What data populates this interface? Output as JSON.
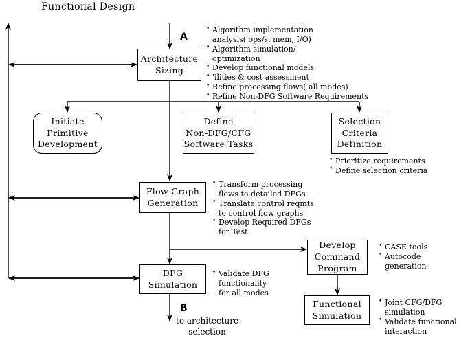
{
  "diagram": {
    "title": "Functional Design",
    "type": "flowchart",
    "boxes": [
      {
        "id": "architecture-sizing",
        "shape": "rectangle",
        "lines": [
          "Architecture",
          "Sizing"
        ]
      },
      {
        "id": "initiate-primitive-development",
        "shape": "rounded-rectangle",
        "lines": [
          "Initiate",
          "Primitive",
          "Development"
        ]
      },
      {
        "id": "define-non-dfg-cfg-software-tasks",
        "shape": "rectangle",
        "lines": [
          "Define",
          "Non-DFG/CFG",
          "Software Tasks"
        ]
      },
      {
        "id": "selection-criteria-definition",
        "shape": "rectangle",
        "lines": [
          "Selection",
          "Criteria",
          "Definition"
        ]
      },
      {
        "id": "flow-graph-generation",
        "shape": "rectangle",
        "lines": [
          "Flow Graph",
          "Generation"
        ]
      },
      {
        "id": "dfg-simulation",
        "shape": "rectangle",
        "lines": [
          "DFG",
          "Simulation"
        ]
      },
      {
        "id": "develop-command-program",
        "shape": "rectangle",
        "lines": [
          "Develop",
          "Command",
          "Program"
        ]
      },
      {
        "id": "functional-simulation",
        "shape": "rectangle",
        "lines": [
          "Functional",
          "Simulation"
        ]
      }
    ],
    "bullet_lists": {
      "architecture_sizing": [
        [
          "Algorithm implementation",
          "analysis( ops/s, mem, I/O)"
        ],
        [
          "Algorithm simulation/",
          "optimization"
        ],
        [
          "Develop functional models"
        ],
        [
          "'ilities & cost assessment"
        ],
        [
          "Refine processing flows( all modes)"
        ],
        [
          "Refine Non-DFG Software Requirements"
        ]
      ],
      "selection_criteria": [
        [
          "Prioritize requirements"
        ],
        [
          "Define selection criteria"
        ]
      ],
      "flow_graph_generation": [
        [
          "Transform processing",
          "flows to detailed DFGs"
        ],
        [
          "Translate control reqmts",
          "to control flow graphs"
        ],
        [
          "Develop Required DFGs",
          "for Test"
        ]
      ],
      "dfg_simulation": [
        [
          "Validate DFG",
          "functionality",
          "for all modes"
        ]
      ],
      "develop_command_program": [
        [
          "CASE tools"
        ],
        [
          "Autocode",
          "generation"
        ]
      ],
      "functional_simulation": [
        [
          "Joint CFG/DFG",
          "simulation"
        ],
        [
          "Validate functional",
          "interaction"
        ]
      ]
    },
    "connector_labels": {
      "entry": "A",
      "exit": "B"
    },
    "tail_note": {
      "line1": "to architecture",
      "line2": "selection"
    },
    "colors": {
      "stroke": "#000000",
      "background": "#ffffff",
      "text": "#000000"
    }
  }
}
